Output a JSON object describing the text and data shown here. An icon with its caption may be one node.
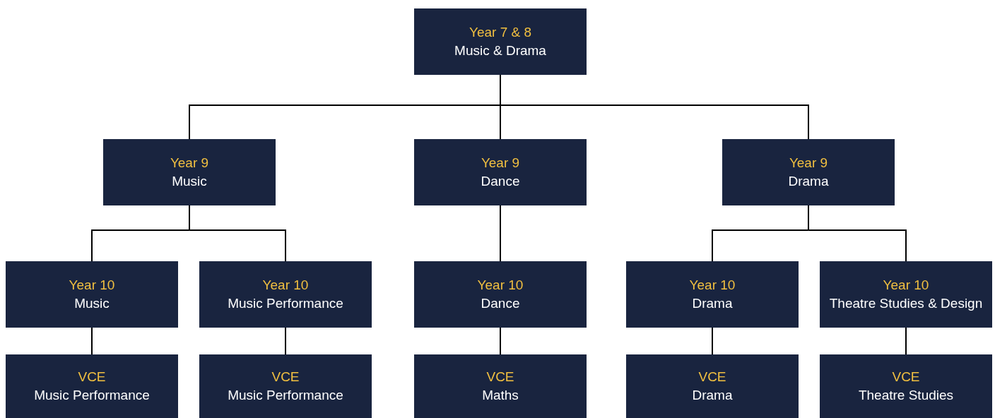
{
  "diagram": {
    "nodes": [
      {
        "text": [
          "Year 7 & 8",
          "Music & Drama"
        ]
      },
      {
        "text": [
          "Year 9",
          "Music"
        ]
      },
      {
        "text": [
          "Year 9",
          "Dance"
        ]
      },
      {
        "text": [
          "Year 9",
          "Drama"
        ]
      },
      {
        "text": [
          "Year 10",
          "Music"
        ]
      },
      {
        "text": [
          "Year 10",
          "Music Performance"
        ]
      },
      {
        "text": [
          "Year 10",
          "Dance"
        ]
      },
      {
        "text": [
          "Year 10",
          "Drama"
        ]
      },
      {
        "text": [
          "Year 10",
          "Theatre Studies & Design"
        ]
      },
      {
        "text": [
          "VCE",
          "Music Performance"
        ]
      },
      {
        "text": [
          "VCE",
          "Music Performance"
        ]
      },
      {
        "text": [
          "VCE",
          "Maths"
        ]
      },
      {
        "text": [
          "VCE",
          "Drama"
        ]
      },
      {
        "text": [
          "VCE",
          "Theatre Studies"
        ]
      }
    ],
    "edges": [
      {
        "from": 0,
        "to": 1,
        "arrow": "none"
      },
      {
        "from": 0,
        "to": 2,
        "arrow": "none"
      },
      {
        "from": 0,
        "to": 3,
        "arrow": "none"
      },
      {
        "from": 1,
        "to": 4,
        "arrow": "none"
      },
      {
        "from": 1,
        "to": 5,
        "arrow": "none"
      },
      {
        "from": 2,
        "to": 6,
        "arrow": "none"
      },
      {
        "from": 3,
        "to": 7,
        "arrow": "none"
      },
      {
        "from": 3,
        "to": 8,
        "arrow": "none"
      },
      {
        "from": 4,
        "to": 9,
        "arrow": "none"
      },
      {
        "from": 5,
        "to": 10,
        "arrow": "none"
      },
      {
        "from": 6,
        "to": 11,
        "arrow": "none"
      },
      {
        "from": 7,
        "to": 12,
        "arrow": "none"
      },
      {
        "from": 8,
        "to": 13,
        "arrow": "none"
      }
    ]
  }
}
